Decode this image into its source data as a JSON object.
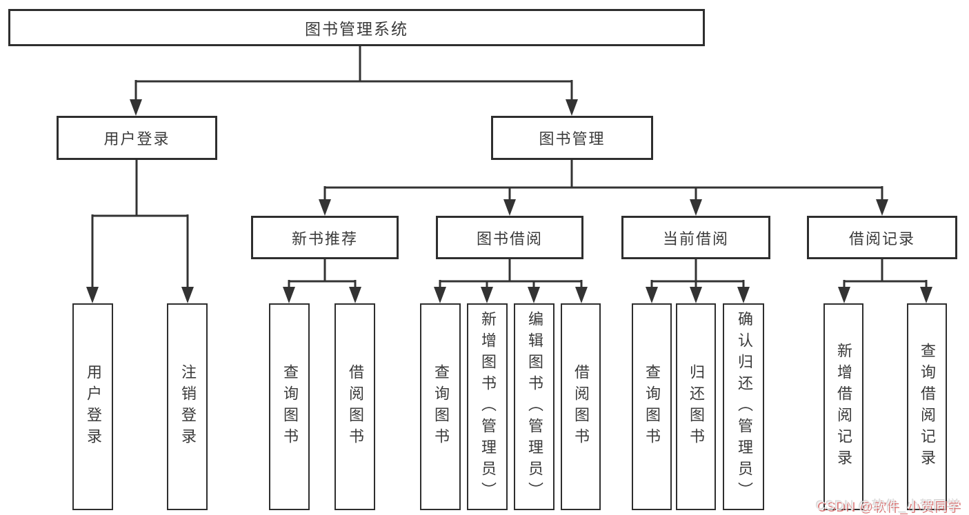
{
  "diagram": {
    "type": "hierarchy-tree",
    "title": "图书管理系统"
  },
  "nodes": {
    "root": "图书管理系统",
    "l2": [
      "用户登录",
      "图书管理"
    ],
    "l3": [
      "新书推荐",
      "图书借阅",
      "当前借阅",
      "借阅记录"
    ],
    "l4_user": [
      "用户登录",
      "注销登录"
    ],
    "l4_newbook": [
      "查询图书",
      "借阅图书"
    ],
    "l4_borrow": [
      "查询图书",
      "新增图书（管理员）",
      "编辑图书（管理员）",
      "借阅图书"
    ],
    "l4_current": [
      "查询图书",
      "归还图书",
      "确认归还（管理员）"
    ],
    "l4_records": [
      "新增借阅记录",
      "查询借阅记录"
    ]
  },
  "watermark": {
    "text": "CSDN @软件_小贺同学"
  },
  "colors": {
    "line": "#333333",
    "box_border": "#2e2e2e",
    "text": "#3a3a3a",
    "background": "#ffffff",
    "watermark_text": "#ececec",
    "watermark_shadow": "#d96a6a"
  }
}
